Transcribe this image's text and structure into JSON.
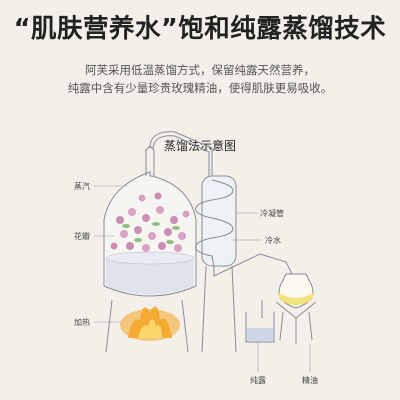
{
  "header": {
    "title": "“肌肤营养水”饱和纯露蒸馏技术",
    "desc_line1": "阿芙采用低温蒸馏方式，保留纯露天然营养，",
    "desc_line2": "纯露中含有少量珍贵玫瑰精油，使得肌肤更易吸收。"
  },
  "diagram": {
    "title": "蒸馏法示意图",
    "labels": {
      "steam": "蒸汽",
      "petals": "花瓣",
      "heating": "加热",
      "condenser": "冷凝管",
      "cold_water": "冷水",
      "hydrosol": "纯露",
      "essential_oil": "精油"
    }
  },
  "colors": {
    "background": "#f3f0ea",
    "flame": "#f5a623",
    "flower": "#c98fb5",
    "leaf": "#8fbf7f",
    "oil": "#f2e37a",
    "water": "#cfd6ea"
  }
}
